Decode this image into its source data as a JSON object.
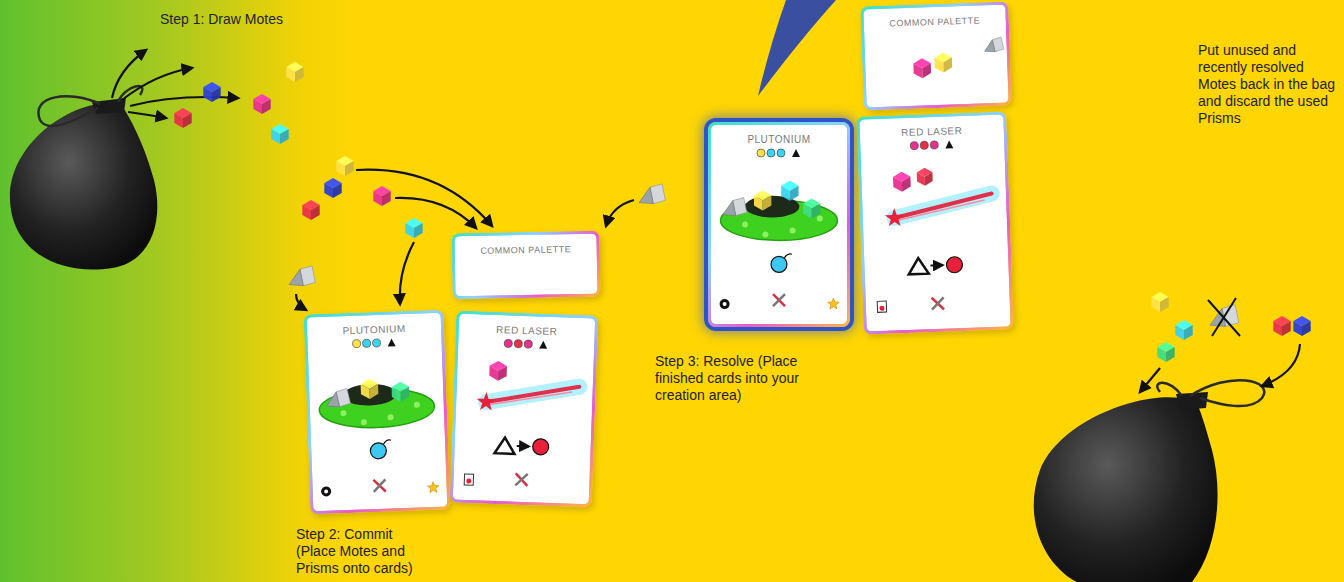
{
  "diagram": {
    "nodes": [
      {
        "text": [
          "COMMON PALETTE"
        ]
      },
      {
        "text": [
          "PLUTONIUM"
        ]
      },
      {
        "text": [
          "RED LASER"
        ]
      },
      {
        "text": [
          "COMMON PALETTE"
        ]
      },
      {
        "text": [
          "PLUTONIUM"
        ]
      },
      {
        "text": [
          "RED LASER"
        ]
      }
    ],
    "labels": [
      "Step 1: Draw Motes",
      "Step 2: Commit (Place Motes and Prisms onto cards)",
      "Step 3: Resolve (Place finished cards into your creation area)",
      "Put unused and recently resolved Motes back in the bag and discard the used Prisms"
    ]
  }
}
